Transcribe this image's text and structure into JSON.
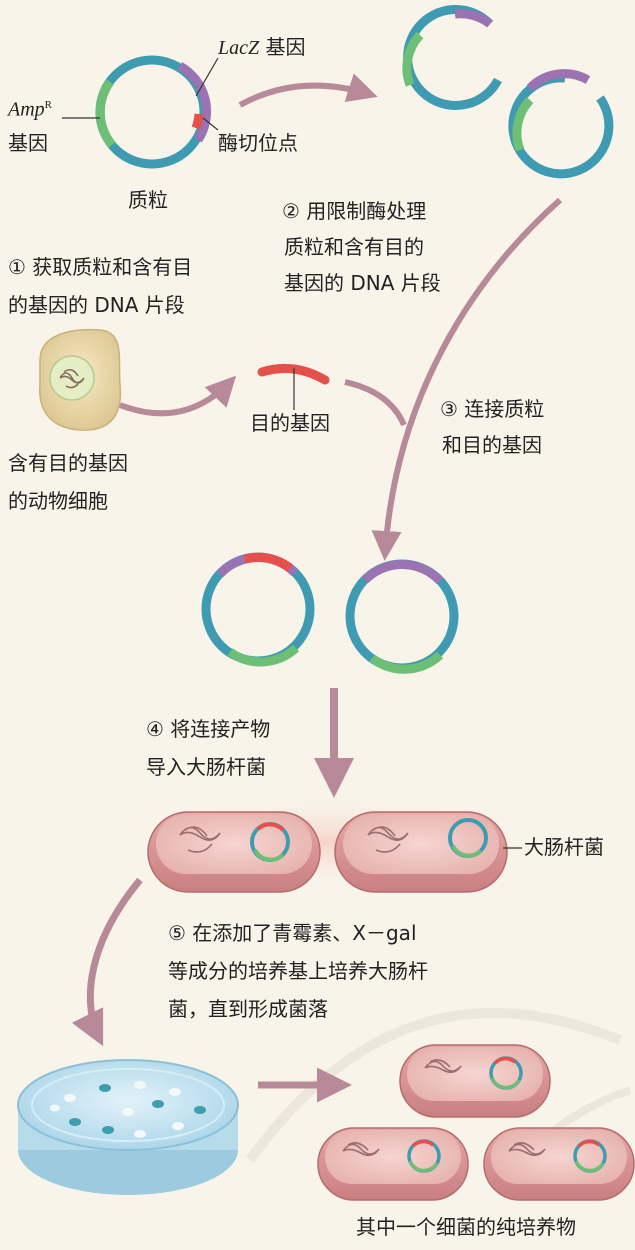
{
  "labels": {
    "lacz_italic": "LacZ",
    "lacz_suffix": " 基因",
    "amp_italic": "Amp",
    "amp_sup": "R",
    "amp_gene": "基因",
    "cut_site": "酶切位点",
    "plasmid": "质粒",
    "target_gene": "目的基因",
    "animal_cell_line1": "含有目的基因",
    "animal_cell_line2": "的动物细胞",
    "ecoli": "大肠杆菌",
    "pure_culture": "其中一个细菌的纯培养物"
  },
  "steps": {
    "s1": [
      "① 获取质粒和含有目",
      "的基因的 DNA 片段"
    ],
    "s2": [
      "② 用限制酶处理",
      "质粒和含有目的",
      "基因的 DNA 片段"
    ],
    "s3": [
      "③ 连接质粒",
      "和目的基因"
    ],
    "s4": [
      "④ 将连接产物",
      "导入大肠杆菌"
    ],
    "s5": [
      "⑤ 在添加了青霉素、X－gal",
      "等成分的培养基上培养大肠杆",
      "菌，直到形成菌落"
    ]
  },
  "colors": {
    "teal": "#3e9bb2",
    "green": "#6cbf74",
    "purple": "#9b73b2",
    "red_insert": "#e6504a",
    "arrow": "#b88a99",
    "cell_body": "#d99797",
    "dish": "#bfe0ef"
  }
}
